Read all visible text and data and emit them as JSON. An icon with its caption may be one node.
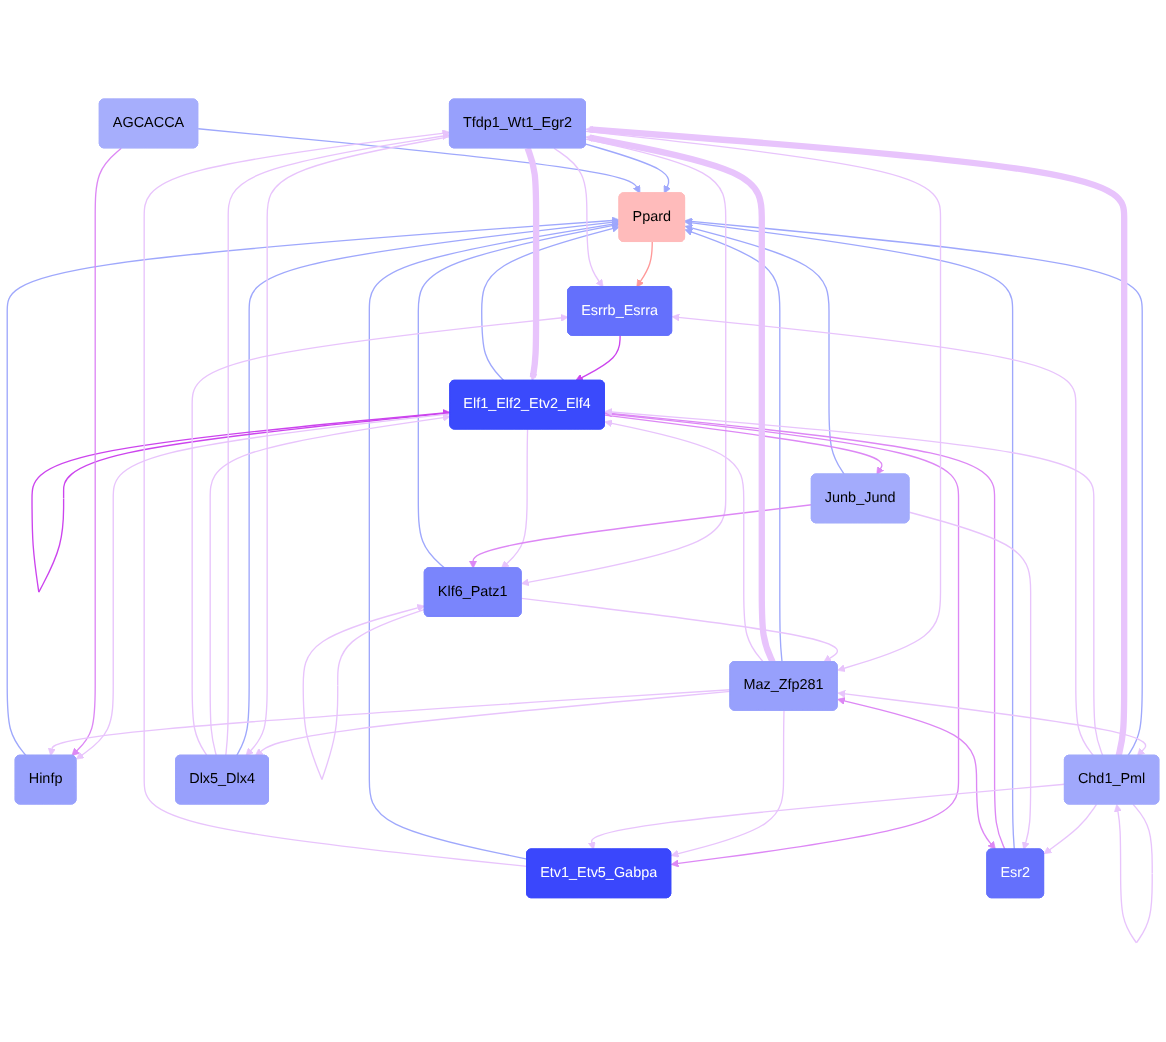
{
  "diagram": {
    "nodes": [
      {
        "text": [
          "Tfdp1_Wt1_Egr2"
        ]
      },
      {
        "text": [
          "Klf6_Patz1"
        ]
      },
      {
        "text": [
          "Hinfp"
        ]
      },
      {
        "text": [
          "Elf1_Elf2_Etv2_Elf4"
        ]
      },
      {
        "text": [
          "Junb_Jund"
        ]
      },
      {
        "text": [
          "Esrrb_Esrra"
        ]
      },
      {
        "text": [
          "Ppard"
        ]
      },
      {
        "text": [
          "Etv1_Etv5_Gabpa"
        ]
      },
      {
        "text": [
          "AGCACCA"
        ]
      },
      {
        "text": [
          "Maz_Zfp281"
        ]
      },
      {
        "text": [
          "Esr2"
        ]
      },
      {
        "text": [
          "Chd1_Pml"
        ]
      },
      {
        "text": [
          "Dlx5_Dlx4"
        ]
      }
    ],
    "edges": [
      {
        "from": 0,
        "to": 6,
        "arrow": "to",
        "color": "#9fa8fc"
      },
      {
        "from": 1,
        "to": 6,
        "arrow": "to",
        "color": "#9fa8fc"
      },
      {
        "from": 2,
        "to": 6,
        "arrow": "to",
        "color": "#9fa8fc"
      },
      {
        "from": 3,
        "to": 6,
        "arrow": "to",
        "color": "#9fa8fc"
      },
      {
        "from": 4,
        "to": 6,
        "arrow": "to",
        "color": "#9fa8fc"
      },
      {
        "from": 7,
        "to": 6,
        "arrow": "to",
        "color": "#9fa8fc"
      },
      {
        "from": 8,
        "to": 6,
        "arrow": "to",
        "color": "#9fa8fc"
      },
      {
        "from": 9,
        "to": 6,
        "arrow": "to",
        "color": "#9fa8fc"
      },
      {
        "from": 11,
        "to": 6,
        "arrow": "to",
        "color": "#9fa8fc"
      },
      {
        "from": 12,
        "to": 6,
        "arrow": "to",
        "color": "#9fa8fc"
      },
      {
        "from": 10,
        "to": 6,
        "arrow": "to",
        "color": "#9fa8fc"
      },
      {
        "from": 6,
        "to": 5,
        "arrow": "to",
        "color": "#ff9999"
      },
      {
        "from": 1,
        "to": 1,
        "arrow": "to"
      },
      {
        "from": 3,
        "to": 3,
        "arrow": "to",
        "color": "#cc44ee"
      },
      {
        "from": 11,
        "to": 11,
        "arrow": "to"
      },
      {
        "from": 5,
        "to": 3,
        "arrow": "to",
        "color": "#cc44ee"
      },
      {
        "from": 10,
        "to": 3,
        "arrow": "to",
        "color": "#dd88f5"
      },
      {
        "from": 10,
        "to": 9,
        "arrow": "both",
        "color": "#dd88f5"
      },
      {
        "from": 0,
        "to": 1,
        "arrow": "to"
      },
      {
        "from": 3,
        "to": 1,
        "arrow": "to"
      },
      {
        "from": 0,
        "to": 3,
        "arrow": "to",
        "style": "thick"
      },
      {
        "from": 3,
        "to": 2,
        "arrow": "to"
      },
      {
        "from": 3,
        "to": 4,
        "arrow": "to",
        "color": "#dd88f5"
      },
      {
        "from": 4,
        "to": 1,
        "arrow": "to",
        "color": "#dd88f5"
      },
      {
        "from": 3,
        "to": 7,
        "arrow": "to",
        "color": "#dd88f5"
      },
      {
        "from": 9,
        "to": 0,
        "arrow": "to",
        "style": "thick"
      },
      {
        "from": 11,
        "to": 0,
        "arrow": "to",
        "style": "thick"
      },
      {
        "from": 12,
        "to": 0,
        "arrow": "to"
      },
      {
        "from": 7,
        "to": 0,
        "arrow": "to"
      },
      {
        "from": 0,
        "to": 9,
        "arrow": "to"
      },
      {
        "from": 1,
        "to": 9,
        "arrow": "to"
      },
      {
        "from": 9,
        "to": 7,
        "arrow": "to"
      },
      {
        "from": 11,
        "to": 7,
        "arrow": "to"
      },
      {
        "from": 9,
        "to": 11,
        "arrow": "both"
      },
      {
        "from": 9,
        "to": 12,
        "arrow": "to"
      },
      {
        "from": 9,
        "to": 3,
        "arrow": "to"
      },
      {
        "from": 11,
        "to": 3,
        "arrow": "to"
      },
      {
        "from": 12,
        "to": 3,
        "arrow": "to"
      },
      {
        "from": 0,
        "to": 5,
        "arrow": "to"
      },
      {
        "from": 11,
        "to": 5,
        "arrow": "to"
      },
      {
        "from": 12,
        "to": 5,
        "arrow": "to"
      },
      {
        "from": 11,
        "to": 10,
        "arrow": "to"
      },
      {
        "from": 8,
        "to": 2,
        "arrow": "to",
        "color": "#dd88f5"
      },
      {
        "from": 0,
        "to": 12,
        "arrow": "to"
      },
      {
        "from": 4,
        "to": 10,
        "arrow": "to"
      },
      {
        "from": 9,
        "to": 2,
        "arrow": "to"
      }
    ]
  }
}
